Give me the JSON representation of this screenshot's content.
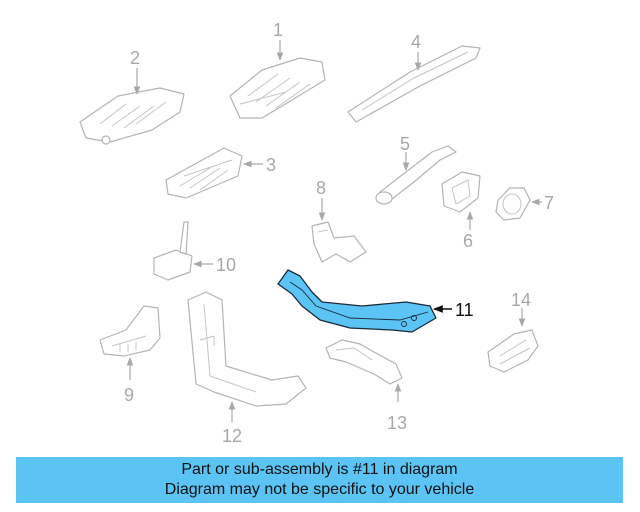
{
  "diagram": {
    "highlight_color": "#5bc4f5",
    "part_numbers": [
      "1",
      "2",
      "3",
      "4",
      "5",
      "6",
      "7",
      "8",
      "9",
      "10",
      "11",
      "12",
      "13",
      "14"
    ]
  },
  "caption": {
    "line1": "Part or sub-assembly is #11 in diagram",
    "line2": "Diagram may not be specific to your vehicle",
    "background": "#5bc4f5"
  }
}
